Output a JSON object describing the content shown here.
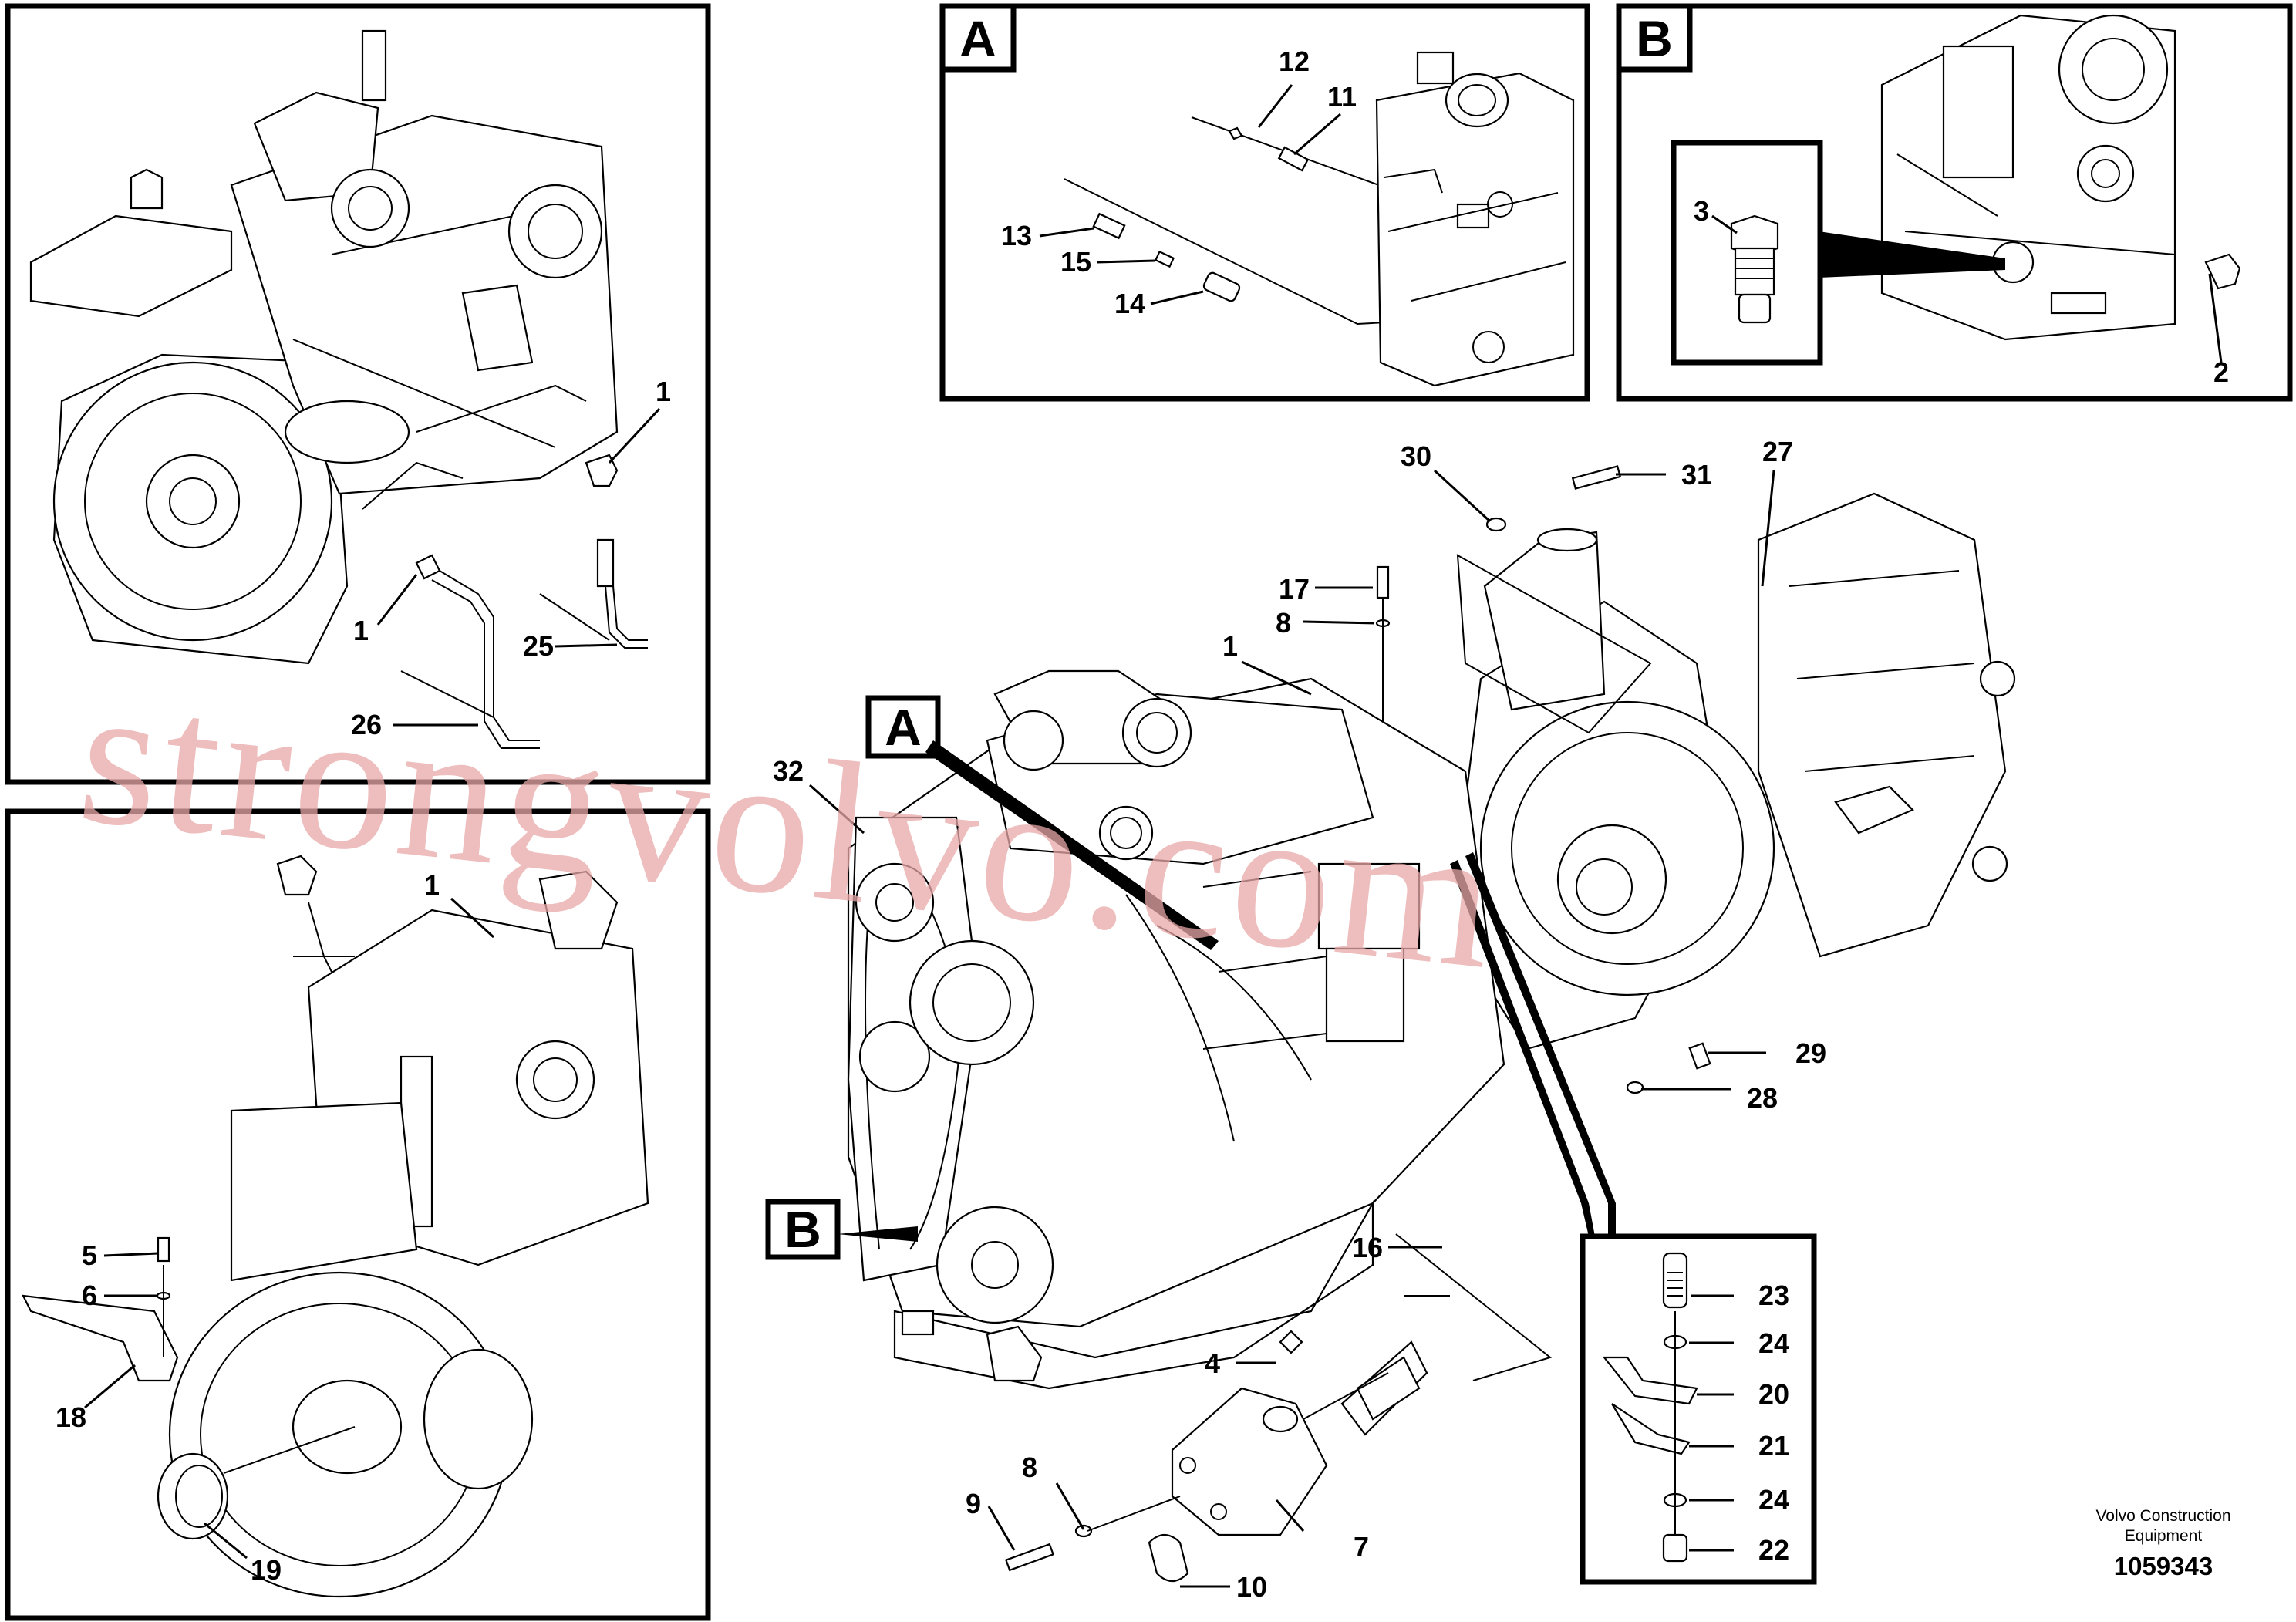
{
  "panels": {
    "a": {
      "tag": "A",
      "callouts": [
        "12",
        "11",
        "13",
        "15",
        "14"
      ]
    },
    "b": {
      "tag": "B",
      "callouts": [
        "3",
        "2"
      ]
    },
    "top_left": {
      "callouts": [
        "1",
        "1",
        "25",
        "26"
      ]
    },
    "bottom_left": {
      "callouts": [
        "1",
        "5",
        "6",
        "18",
        "19"
      ]
    },
    "right_inset": {
      "callouts": [
        "23",
        "24",
        "20",
        "21",
        "24",
        "22"
      ]
    }
  },
  "main": {
    "tags": [
      "A",
      "B"
    ],
    "callouts": [
      "30",
      "31",
      "27",
      "17",
      "8",
      "1",
      "32",
      "29",
      "28",
      "16",
      "4",
      "8",
      "9",
      "7",
      "10"
    ]
  },
  "watermark": "strongvolvo.com",
  "footer": {
    "credit_line1": "Volvo Construction",
    "credit_line2": "Equipment",
    "doc_number": "1059343"
  }
}
